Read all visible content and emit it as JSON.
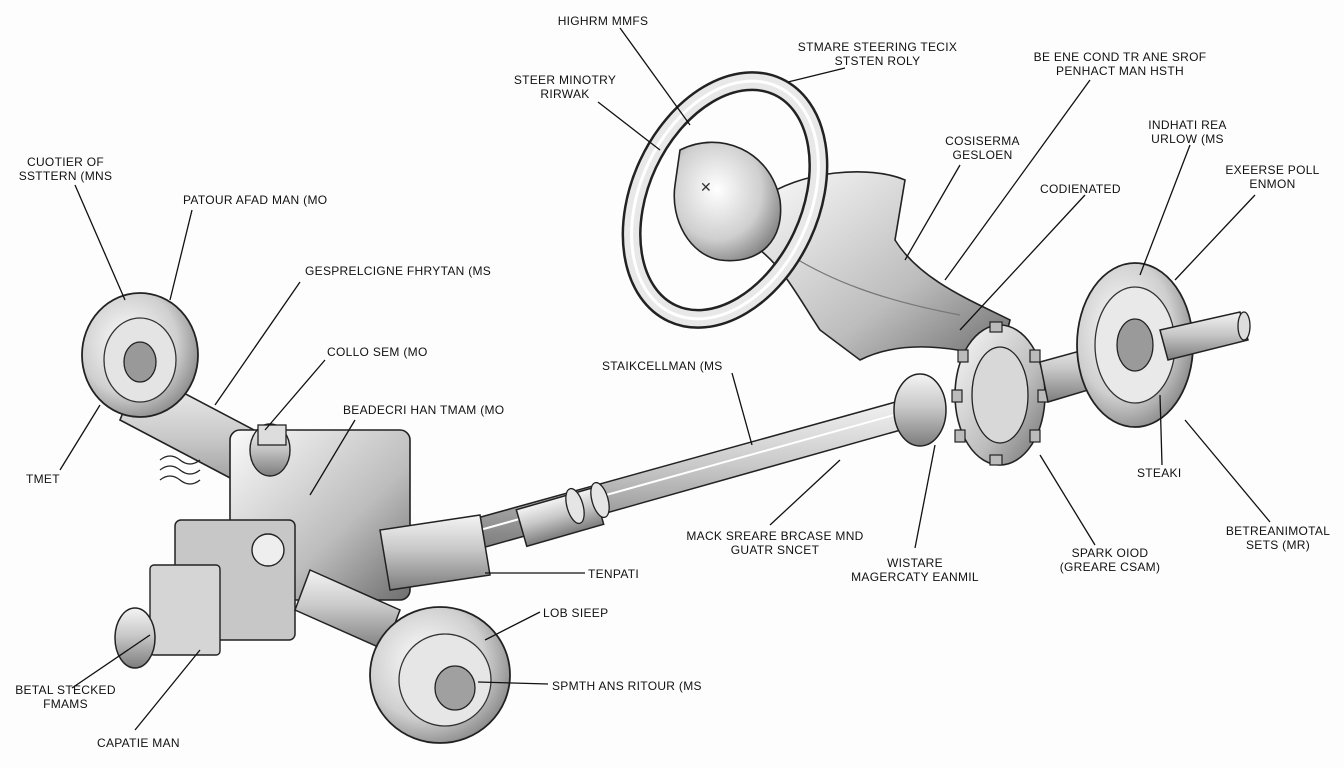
{
  "diagram": {
    "labels": {
      "top_center": "HIGHRM MMFS",
      "steer_ministry": "STEER MINOTRY\nRIRWAK",
      "steering_column_top": "STMARE STEERING TECIX\nSTSTEN ROLY",
      "be_end_cond": "BE ENE COND TR ANE SROF\nPENHACT MAN HSTH",
      "cuotier": "CUOTIER OF\nSSTTERN (MNS",
      "patour": "PATOUR AFAD MAN (MO",
      "cosiserma": "COSISERMA\nGESLOEN",
      "indhati": "INDHATI REA\nURLOW (MS",
      "exeerse": "EXEERSE POLL\nENMON",
      "codienated": "CODIENATED",
      "gesprelcigne": "GESPRELCIGNE FHRYTAN (MS",
      "collo_sem": "COLLO SEM (MO",
      "staikcell": "STAIKCELLMAN (MS",
      "beadecri": "BEADECRI HAN TMAM (MO",
      "tmet": "TMET",
      "steaki": "STEAKI",
      "mack_sreare": "MACK SREARE BRCASE MND\nGUATR SNCET",
      "wistare": "WISTARE\nMAGERCATY EANMIL",
      "spark_oiod": "SPARK OIOD\n(GREARE CSAM)",
      "betreanimotal": "BETREANIMOTAL\nSETS (MR)",
      "tenpati": "TENPATI",
      "lob_sieep": "LOB SIEEP",
      "betal_stecked": "BETAL STECKED\nFMAMS",
      "spmth": "SPMTH ANS RITOUR (MS",
      "capatie": "CAPATIE MAN"
    }
  }
}
